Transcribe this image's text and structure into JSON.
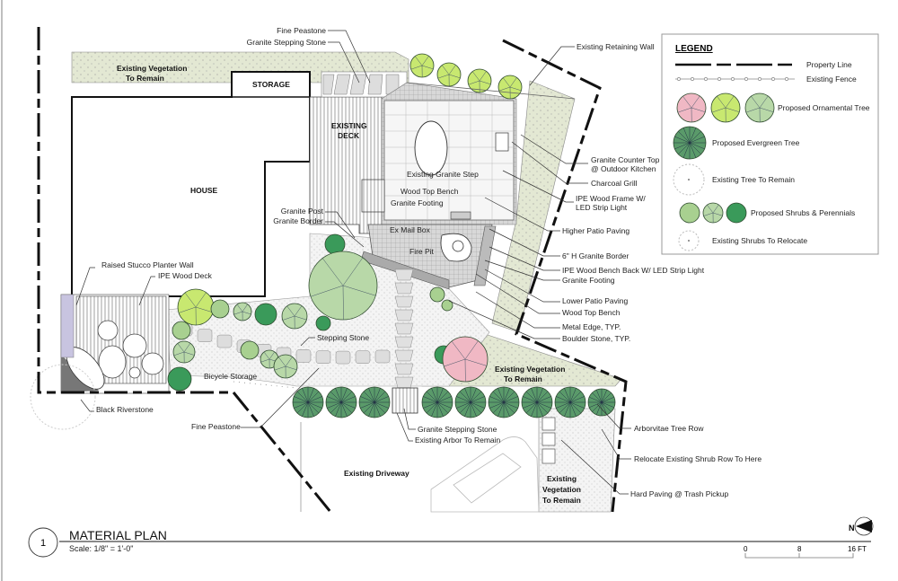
{
  "plan": {
    "areas": {
      "veg_top": [
        "Existing Vegetation",
        "To Remain"
      ],
      "storage": "STORAGE",
      "deck": [
        "EXISTING",
        "DECK"
      ],
      "house": "HOUSE",
      "veg_right": [
        "Existing Vegetation",
        "To Remain"
      ],
      "veg_bottom": [
        "Existing",
        "Vegetation",
        "To Remain"
      ],
      "driveway": "Existing Driveway"
    },
    "callouts": {
      "fine_peastone_top": "Fine Peastone",
      "granite_stepping_top": "Granite Stepping Stone",
      "retaining_wall": "Existing Retaining Wall",
      "counter_top_1": "Granite Counter Top",
      "counter_top_2": "@ Outdoor Kitchen",
      "charcoal_grill": "Charcoal Grill",
      "ipe_frame_1": "IPE Wood Frame W/",
      "ipe_frame_2": "LED Strip Light",
      "higher_patio": "Higher Patio Paving",
      "granite_border_6": "6\" H Granite Border",
      "bench_back": "IPE Wood Bench Back W/ LED Strip Light",
      "granite_footing_r": "Granite Footing",
      "lower_patio": "Lower Patio Paving",
      "wood_bench_r": "Wood Top Bench",
      "metal_edge": "Metal Edge, TYP.",
      "boulder": "Boulder Stone, TYP.",
      "arborvitae": "Arborvitae Tree Row",
      "relocate_shrub": "Relocate Existing Shrub Row To Here",
      "hard_paving": "Hard Paving @ Trash Pickup",
      "granite_step": "Existing Granite Step",
      "wood_bench_c": "Wood Top Bench",
      "granite_footing_c": "Granite Footing",
      "granite_post": "Granite Post",
      "granite_border": "Granite Border",
      "mail_box": "Ex Mail Box",
      "fire_pit": "Fire Pit",
      "stucco_wall": "Raised Stucco Planter Wall",
      "ipe_deck": "IPE Wood Deck",
      "stepping_stone": "Stepping Stone",
      "bicycle": "Bicycle Storage",
      "riverstone": "Black Riverstone",
      "fine_peastone_bottom": "Fine Peastone",
      "granite_stepping_bottom": "Granite Stepping Stone",
      "arbor": "Existing Arbor To Remain"
    }
  },
  "legend": {
    "title": "LEGEND",
    "items": [
      {
        "label": "Property Line"
      },
      {
        "label": "Existing Fence"
      },
      {
        "label": "Proposed Ornamental Tree"
      },
      {
        "label": "Proposed Evergreen Tree"
      },
      {
        "label": "Existing Tree To Remain"
      },
      {
        "label": "Proposed Shrubs & Perennials"
      },
      {
        "label": "Existing Shrubs To Relocate"
      }
    ]
  },
  "title_block": {
    "number": "1",
    "title": "MATERIAL PLAN",
    "scale": "Scale: 1/8\" = 1'-0\"",
    "scale_bar": {
      "ticks": [
        "0",
        "8",
        "16 FT"
      ]
    },
    "north": "N"
  },
  "colors": {
    "ornamental_pink": "#f0b8c4",
    "ornamental_lime": "#c8e870",
    "ornamental_pale": "#b8d8a8",
    "evergreen": "#5a9a6a",
    "shrub_dark": "#3a9a5a",
    "vegetation": "#e3e8d3"
  }
}
